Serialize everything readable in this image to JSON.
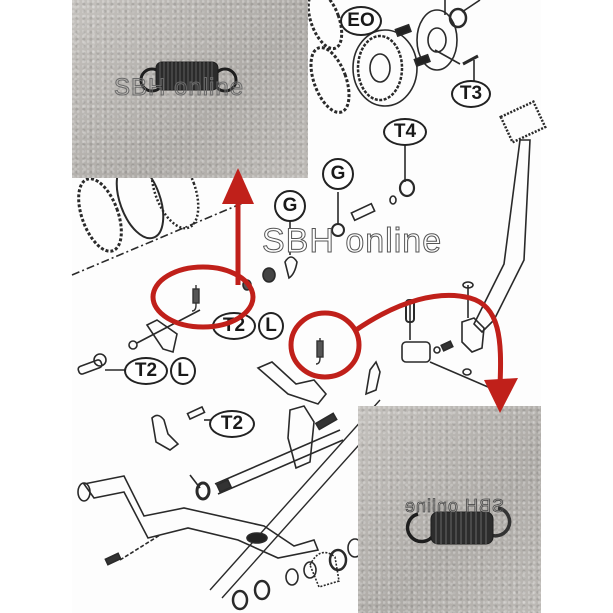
{
  "watermark": {
    "main": "SBH online",
    "top_photo": "SBH online",
    "bottom_photo": "SBH online"
  },
  "diagram_labels": {
    "eo": "EO",
    "t3": "T3",
    "t4": "T4",
    "g_upper": "G",
    "g_lower": "G",
    "t2_upper": "T2",
    "l_upper": "L",
    "t2_middle": "T2",
    "l_middle": "L",
    "t2_lower": "T2"
  },
  "colors": {
    "highlight_red": "#c0201a",
    "photo_background": "#b9b6b2",
    "line_art": "#222222"
  },
  "photos": {
    "top": "extension-spring-photo",
    "bottom": "extension-spring-photo"
  }
}
